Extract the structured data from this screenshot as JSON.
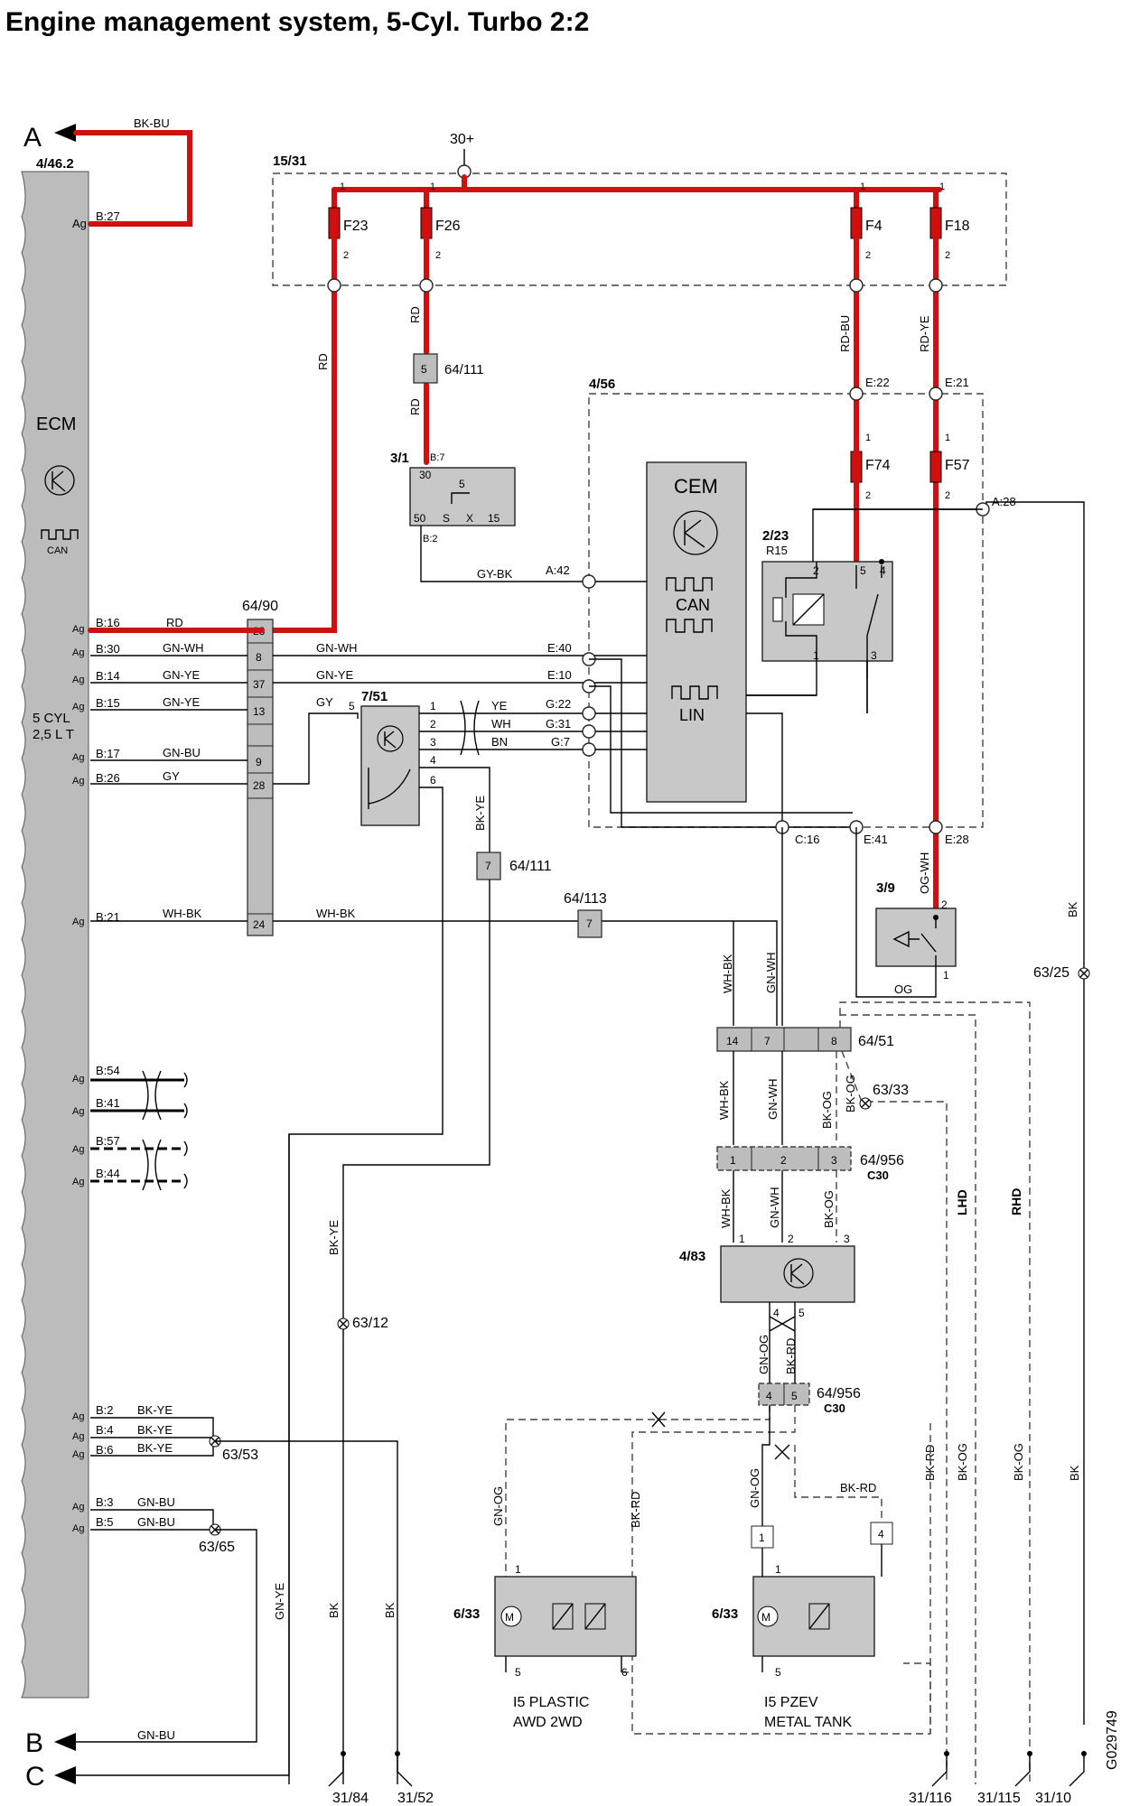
{
  "title": "Engine management system, 5-Cyl. Turbo 2:2",
  "drawing_id": "G029749",
  "arrows": {
    "A": "A",
    "B": "B",
    "C": "C"
  },
  "ecm": {
    "id": "4/46.2",
    "label": "ECM",
    "can": "CAN",
    "engine_line1": "5 CYL",
    "engine_line2": "2,5 L T",
    "pins": [
      {
        "pin": "B:27",
        "wire": "BK-BU"
      },
      {
        "pin": "B:16",
        "wire": "RD"
      },
      {
        "pin": "B:30",
        "wire": "GN-WH"
      },
      {
        "pin": "B:14",
        "wire": "GN-YE"
      },
      {
        "pin": "B:15",
        "wire": "GN-YE"
      },
      {
        "pin": "B:17",
        "wire": "GN-BU"
      },
      {
        "pin": "B:26",
        "wire": "GY"
      },
      {
        "pin": "B:21",
        "wire": "WH-BK"
      },
      {
        "pin": "B:54",
        "wire": ""
      },
      {
        "pin": "B:41",
        "wire": ""
      },
      {
        "pin": "B:57",
        "wire": ""
      },
      {
        "pin": "B:44",
        "wire": ""
      },
      {
        "pin": "B:2",
        "wire": "BK-YE"
      },
      {
        "pin": "B:4",
        "wire": "BK-YE"
      },
      {
        "pin": "B:6",
        "wire": "BK-YE"
      },
      {
        "pin": "B:3",
        "wire": "GN-BU"
      },
      {
        "pin": "B:5",
        "wire": "GN-BU"
      }
    ],
    "ag": "Ag"
  },
  "fusebox": {
    "id": "15/31",
    "supply": "30+",
    "fuses": [
      "F23",
      "F26",
      "F4",
      "F18"
    ],
    "pin1": "1",
    "pin2": "2"
  },
  "cem": {
    "id": "4/56",
    "label": "CEM",
    "can": "CAN",
    "lin": "LIN",
    "fuses": [
      "F74",
      "F57"
    ],
    "pins": [
      "E:22",
      "E:21",
      "A:28",
      "A:42",
      "E:40",
      "E:10",
      "G:22",
      "G:31",
      "G:7",
      "C:16",
      "E:41",
      "E:28"
    ]
  },
  "relay": {
    "id": "2/23",
    "ref": "R15",
    "pins": [
      "2",
      "5",
      "4",
      "1",
      "3"
    ]
  },
  "ignition": {
    "id": "3/1",
    "pins": [
      "B:7",
      "30",
      "5",
      "50",
      "S",
      "X",
      "15",
      "B:2"
    ]
  },
  "fan_module": {
    "id": "7/51",
    "pins": [
      "5",
      "1",
      "2",
      "3",
      "4",
      "6"
    ]
  },
  "switch_39": {
    "id": "3/9",
    "pins": [
      "2",
      "1"
    ]
  },
  "pump_ctrl": {
    "id": "4/83",
    "pins": [
      "1",
      "2",
      "3",
      "4",
      "5"
    ]
  },
  "pumps": [
    {
      "id": "6/33",
      "line1": "I5 PLASTIC",
      "line2": "AWD 2WD",
      "pins": [
        "1",
        "5",
        "6"
      ]
    },
    {
      "id": "6/33",
      "line1": "I5 PZEV",
      "line2": "METAL TANK",
      "pins": [
        "1",
        "5"
      ]
    }
  ],
  "connectors": {
    "c64_90": {
      "id": "64/90",
      "pins": [
        "23",
        "8",
        "37",
        "13",
        "9",
        "28",
        "24"
      ]
    },
    "c64_111a": {
      "id": "64/111",
      "pin": "5"
    },
    "c64_111b": {
      "id": "64/111",
      "pin": "7"
    },
    "c64_113": {
      "id": "64/113",
      "pin": "7"
    },
    "c64_51": {
      "id": "64/51",
      "pins": [
        "14",
        "7",
        "",
        "8"
      ]
    },
    "c64_956a": {
      "id": "64/956",
      "sub": "C30",
      "pins": [
        "1",
        "2",
        "3"
      ]
    },
    "c64_956b": {
      "id": "64/956",
      "sub": "C30",
      "pins": [
        "4",
        "5"
      ]
    },
    "box1": "1",
    "box4": "4"
  },
  "grounds": {
    "g63_33": "63/33",
    "g63_25": "63/25",
    "g63_12": "63/12",
    "g63_53": "63/53",
    "g63_65": "63/65",
    "terminals": [
      "31/84",
      "31/52",
      "31/116",
      "31/115",
      "31/10"
    ]
  },
  "wires": {
    "rd": "RD",
    "rd_bu": "RD-BU",
    "rd_ye": "RD-YE",
    "gy_bk": "GY-BK",
    "gn_wh": "GN-WH",
    "gn_ye": "GN-YE",
    "gy": "GY",
    "ye": "YE",
    "wh": "WH",
    "bn": "BN",
    "bk_ye": "BK-YE",
    "wh_bk": "WH-BK",
    "og_wh": "OG-WH",
    "og": "OG",
    "bk": "BK",
    "bk_og": "BK-OG",
    "gn_og": "GN-OG",
    "bk_rd": "BK-RD",
    "gn_bu": "GN-BU",
    "bk_bu": "BK-BU"
  },
  "variants": {
    "lhd": "LHD",
    "rhd": "RHD"
  }
}
